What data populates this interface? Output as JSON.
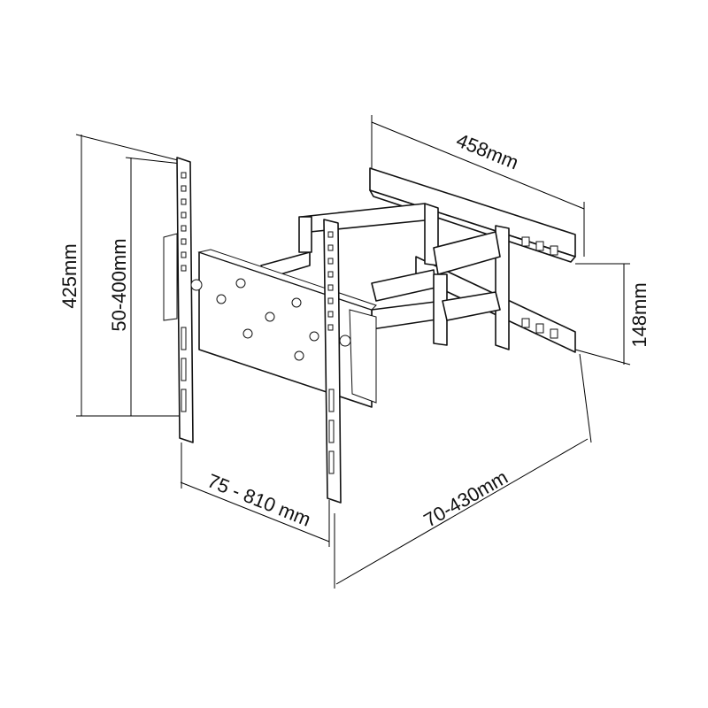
{
  "dimensions": {
    "overall_height": "425mm",
    "vesa_vertical": "50-400mm",
    "wall_plate_width": "458mm",
    "wall_plate_height": "148mm",
    "vesa_horizontal": "75 - 810 mm",
    "extension": "70-430mm"
  }
}
